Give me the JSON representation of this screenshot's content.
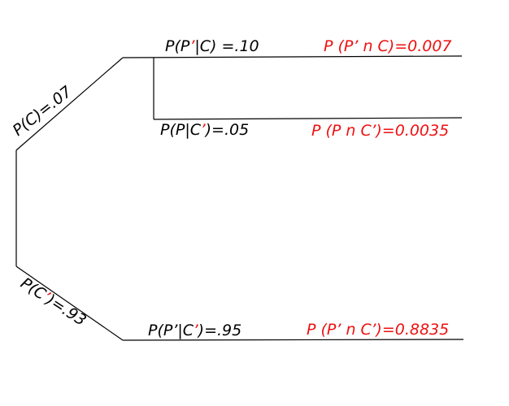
{
  "colors": {
    "line": "#000000",
    "label_black": "#000000",
    "label_red": "#ee1111"
  },
  "branch_labels": {
    "p_c": "P(C)=.07",
    "p_c_comp": {
      "prefix": "P(C",
      "mark": "’",
      "suffix": ")=.93"
    }
  },
  "conditional_labels": {
    "p_pcomp_given_c": {
      "prefix": "P(P",
      "mark": "’",
      "suffix": "|C) =.10"
    },
    "p_p_given_ccomp": {
      "prefix": "P(P|C",
      "mark": "’",
      "suffix": ")=.05"
    },
    "p_pcomp_given_ccomp": {
      "prefix": "P(P’|C",
      "mark": "’",
      "suffix": ")=.95"
    }
  },
  "joint_labels": {
    "p_pcomp_and_c": "P (P’ n C)=0.007",
    "p_p_and_ccomp": "P (P n C’)=0.0035",
    "p_pcomp_and_ccomp": "P (P’ n C’)=0.8835"
  }
}
